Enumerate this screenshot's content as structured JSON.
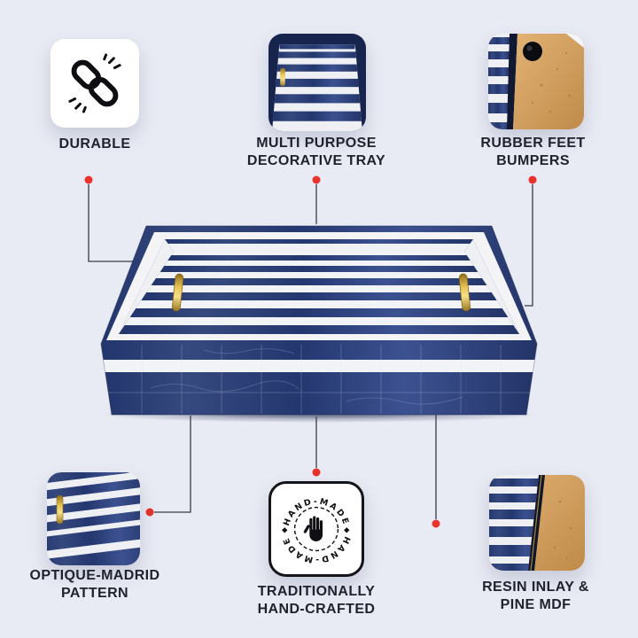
{
  "colors": {
    "background": "#e9ebf4",
    "navy": "#2b3e7c",
    "stripe_white": "#f2f3f6",
    "gold": "#d9b34a",
    "wood_tan": "#d3a263",
    "connector_dot": "#e8322a",
    "connector_line": "#3a3b42",
    "label_text": "#20232e"
  },
  "features": [
    {
      "id": "durable",
      "lines": [
        "DURABLE"
      ],
      "icon": "chain-link-icon"
    },
    {
      "id": "multi-purpose",
      "lines": [
        "MULTI PURPOSE",
        "DECORATIVE TRAY"
      ],
      "icon": "tray-interior-photo"
    },
    {
      "id": "rubber-feet",
      "lines": [
        "RUBBER FEET",
        "BUMPERS"
      ],
      "icon": "tray-bottom-corner-photo"
    },
    {
      "id": "optique-madrid",
      "lines": [
        "OPTIQUE-MADRID",
        "PATTERN"
      ],
      "icon": "tray-corner-pattern-photo"
    },
    {
      "id": "hand-crafted",
      "lines": [
        "TRADITIONALLY",
        "HAND-CRAFTED"
      ],
      "icon": "hand-made-stamp-icon"
    },
    {
      "id": "resin-inlay",
      "lines": [
        "RESIN INLAY &",
        "PINE MDF"
      ],
      "icon": "stripe-mdf-edge-photo"
    }
  ],
  "stamp": {
    "top_text": "HAND-MADE",
    "bottom_text": "HAND-MADE",
    "left_separator": "◆",
    "right_separator": "◆"
  }
}
